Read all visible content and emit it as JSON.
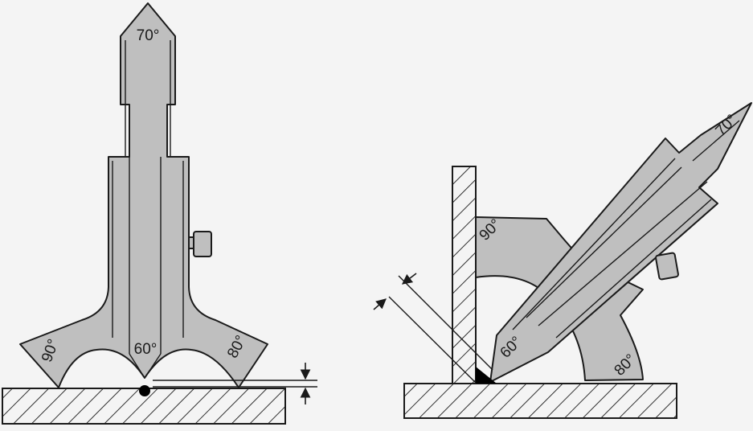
{
  "left_figure": {
    "labels": {
      "tip": "70°",
      "center": "60°",
      "left_arm": "90°",
      "right_arm": "80°"
    }
  },
  "right_figure": {
    "labels": {
      "tip": "70°",
      "center": "60°",
      "left_arm": "90°",
      "right_arm": "80°"
    }
  },
  "colors": {
    "gauge_fill": "#bfbfbf",
    "outline": "#1a1a1a",
    "background": "#f4f4f4",
    "weld_bead": "#000000"
  }
}
